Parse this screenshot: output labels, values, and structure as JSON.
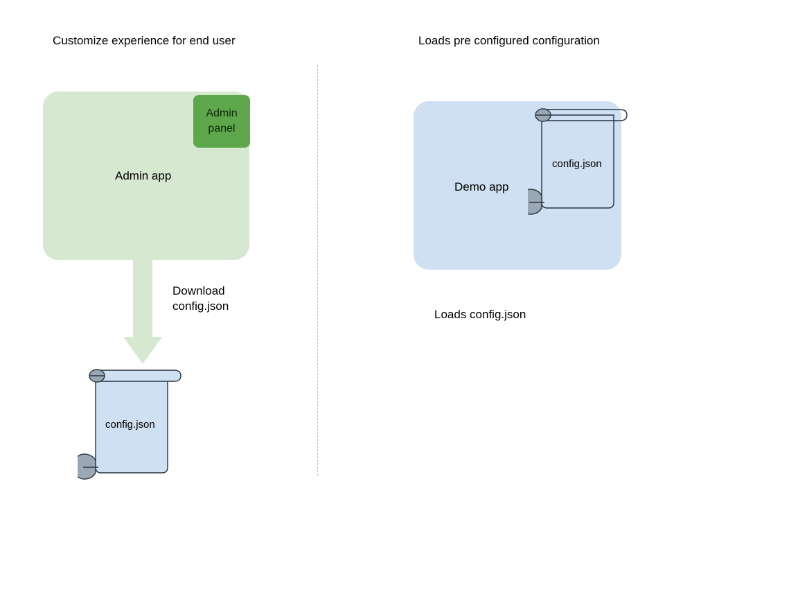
{
  "diagram": {
    "background_color": "#ffffff",
    "panels": [
      {
        "id": "left",
        "title": "Customize experience for end user",
        "app_box": {
          "label": "Admin app",
          "fill_color": "#d7e8d0"
        },
        "chip": {
          "label_line1": "Admin",
          "label_line2": "panel",
          "fill_color": "#5fa74b"
        },
        "arrow": {
          "label_line1": "Download",
          "label_line2": "config.json",
          "fill_color": "#d7e8d0",
          "direction": "down"
        },
        "document": {
          "label": "config.json",
          "fill_color": "#cfe0f3",
          "stroke_color": "#29343f",
          "curl_color": "#9aa7b5"
        }
      },
      {
        "id": "right",
        "title": "Loads pre configured configuration",
        "app_box": {
          "label": "Demo app",
          "fill_color": "#cfe0f3"
        },
        "document": {
          "label": "config.json",
          "fill_color": "transparent",
          "stroke_color": "#29343f",
          "curl_color": "#9aa7b5"
        },
        "caption": "Loads config.json"
      }
    ],
    "divider": {
      "style": "dashed",
      "color": "#b9b9b9"
    }
  }
}
